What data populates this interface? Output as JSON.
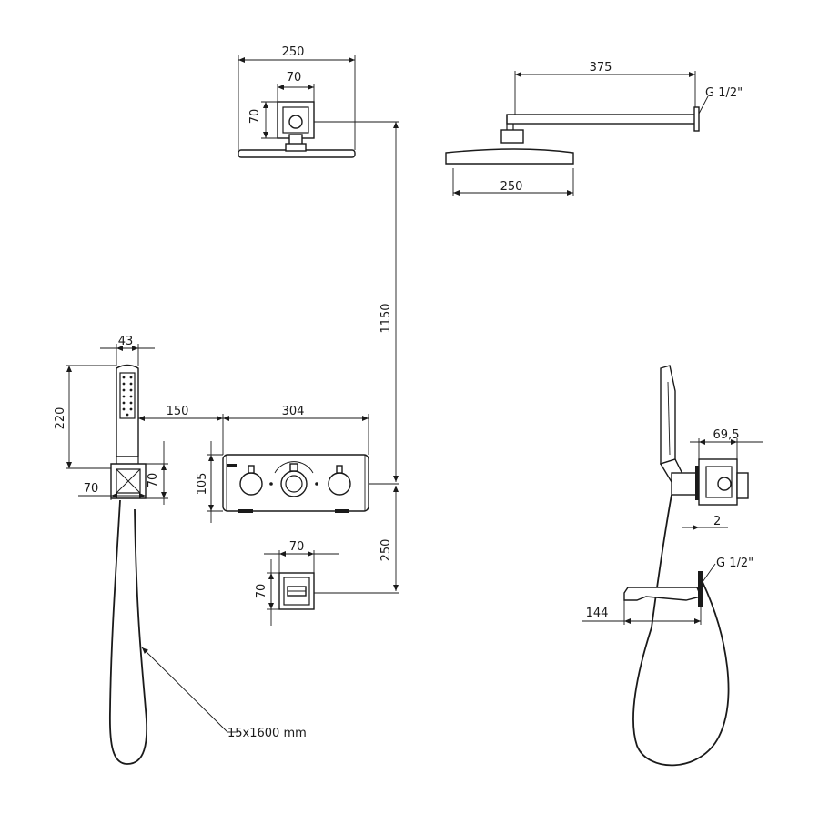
{
  "dimensions": {
    "head_top_width": "250",
    "head_top_arm_width": "70",
    "head_top_arm_height": "70",
    "head_side_arm_length": "375",
    "head_side_thread": "G 1/2\"",
    "head_side_width": "250",
    "vertical_head_to_valve": "1150",
    "vertical_valve_to_outlet": "250",
    "hand_width": "43",
    "hand_height": "220",
    "hand_to_valve": "150",
    "holder_width": "70",
    "holder_height": "70",
    "valve_width": "304",
    "valve_height": "105",
    "outlet_width": "70",
    "outlet_height": "70",
    "hose_spec": "15x1600 mm",
    "side_box_depth": "69,5",
    "side_offset": "2",
    "side_thread": "G 1/2\"",
    "spout_length": "144"
  }
}
